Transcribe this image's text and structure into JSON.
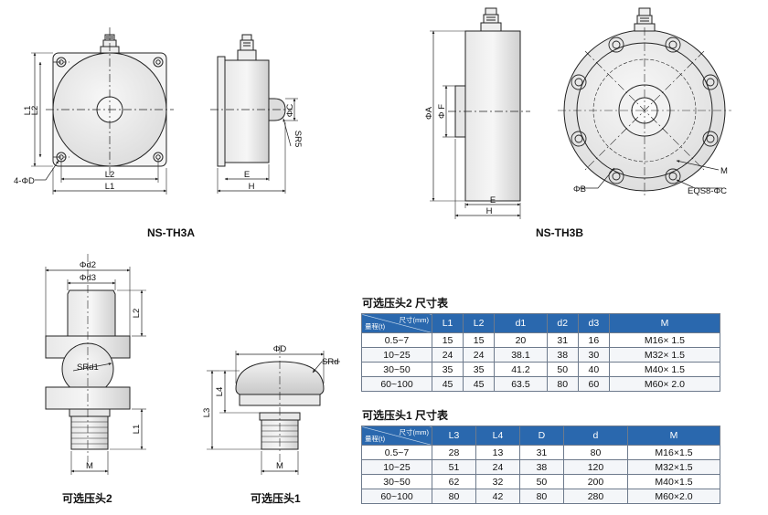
{
  "captions": {
    "th3a": "NS-TH3A",
    "th3b": "NS-TH3B",
    "head2": "可选压头2",
    "head1": "可选压头1"
  },
  "labels": {
    "a_L1_side": "L1",
    "a_L2_side": "L2",
    "a_hole": "4-ΦD",
    "a_L2_bottom": "L2",
    "a_L1_bottom": "L1",
    "a_phiC": "ΦC",
    "a_SR": "SR5",
    "a_E": "E",
    "a_H": "H",
    "b_phiA": "ΦA",
    "b_phiF": "Φ F",
    "b_E": "E",
    "b_H": "H",
    "b_M": "M",
    "b_phiB": "ΦB",
    "b_eqs": "EQS8-ΦC",
    "h2_d2": "Φd2",
    "h2_d3": "Φd3",
    "h2_L2": "L2",
    "h2_SRd1": "SRd1",
    "h2_L1": "L1",
    "h2_M": "M",
    "h1_D": "ΦD",
    "h1_SRd": "SRd",
    "h1_L4": "L4",
    "h1_L3": "L3",
    "h1_M": "M"
  },
  "table2": {
    "title": "可选压头2 尺寸表",
    "corner_top": "尺寸(mm)",
    "corner_bottom": "量程(t)",
    "columns": [
      "L1",
      "L2",
      "d1",
      "d2",
      "d3",
      "M"
    ],
    "rows": [
      [
        "0.5~7",
        "15",
        "15",
        "20",
        "31",
        "16",
        "M16× 1.5"
      ],
      [
        "10~25",
        "24",
        "24",
        "38.1",
        "38",
        "30",
        "M32× 1.5"
      ],
      [
        "30~50",
        "35",
        "35",
        "41.2",
        "50",
        "40",
        "M40× 1.5"
      ],
      [
        "60~100",
        "45",
        "45",
        "63.5",
        "80",
        "60",
        "M60× 2.0"
      ]
    ]
  },
  "table1": {
    "title": "可选压头1 尺寸表",
    "corner_top": "尺寸(mm)",
    "corner_bottom": "量程(t)",
    "columns": [
      "L3",
      "L4",
      "D",
      "d",
      "M"
    ],
    "rows": [
      [
        "0.5~7",
        "28",
        "13",
        "31",
        "80",
        "M16×1.5"
      ],
      [
        "10~25",
        "51",
        "24",
        "38",
        "120",
        "M32×1.5"
      ],
      [
        "30~50",
        "62",
        "32",
        "50",
        "200",
        "M40×1.5"
      ],
      [
        "60~100",
        "80",
        "42",
        "80",
        "280",
        "M60×2.0"
      ]
    ]
  }
}
